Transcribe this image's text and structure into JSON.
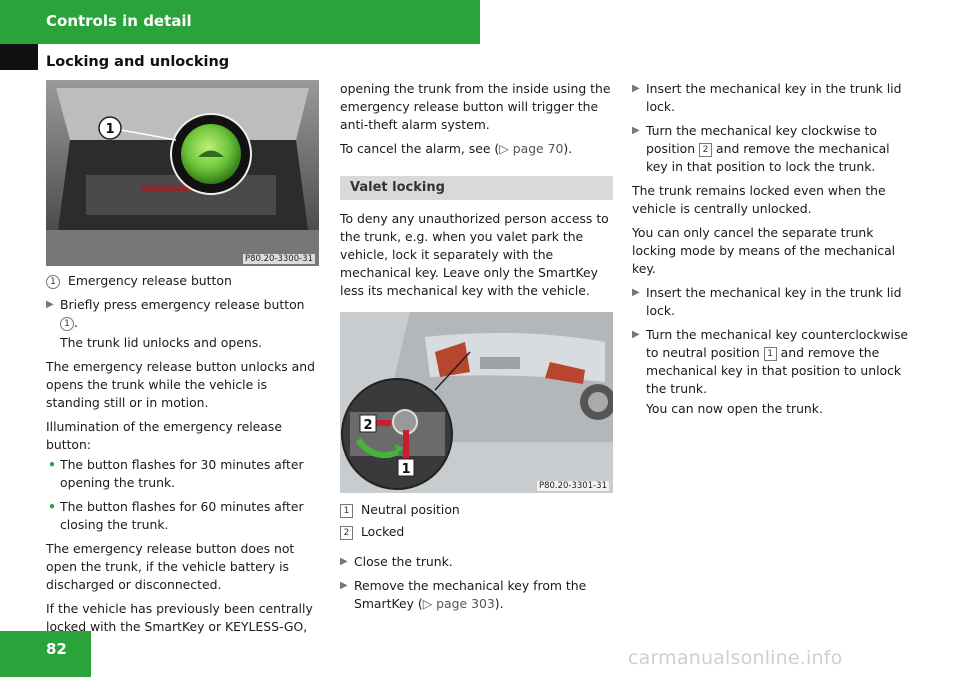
{
  "header": {
    "chapter": "Controls in detail",
    "section": "Locking and unlocking"
  },
  "page_number": "82",
  "watermark": "carmanualsonline.info",
  "col1": {
    "figure_code": "P80.20-3300-31",
    "figure_callout": "1",
    "legend": {
      "num": "1",
      "label": "Emergency release button"
    },
    "step1": {
      "text": "Briefly press emergency release button",
      "callout": "1",
      "after": ".",
      "result": "The trunk lid unlocks and opens."
    },
    "para1": "The emergency release button unlocks and opens the trunk while the vehicle is standing still or in motion.",
    "para2": "Illumination of the emergency release button:",
    "bullets": [
      "The button flashes for 30 minutes after opening the trunk.",
      "The button flashes for 60 minutes after closing the trunk."
    ],
    "para3": "The emergency release button does not open the trunk, if the vehicle battery is discharged or disconnected.",
    "para4": "If the vehicle has previously been centrally locked with the SmartKey or KEYLESS-GO,"
  },
  "col2": {
    "para1": "opening the trunk from the inside using the emergency release button will trigger the anti-theft alarm system.",
    "para2_prefix": "To cancel the alarm, see (",
    "para2_ref": "▷ page 70",
    "para2_suffix": ").",
    "subhead": "Valet locking",
    "para3": "To deny any unauthorized person access to the trunk, e.g. when you valet park the vehicle, lock it separately with the mechanical key. Leave only the SmartKey less its mechanical key with the vehicle.",
    "figure_code": "P80.20-3301-31",
    "figure_marks": [
      "2",
      "1"
    ],
    "legend": [
      {
        "num": "1",
        "label": "Neutral position"
      },
      {
        "num": "2",
        "label": "Locked"
      }
    ],
    "step1": "Close the trunk.",
    "step2_prefix": "Remove the mechanical key from the SmartKey (",
    "step2_ref": "▷ page 303",
    "step2_suffix": ")."
  },
  "col3": {
    "step1": "Insert the mechanical key in the trunk lid lock.",
    "step2": {
      "before": "Turn the mechanical key clockwise to position",
      "box": "2",
      "after": "and remove the mechanical key in that position to lock the trunk."
    },
    "para1": "The trunk remains locked even when the vehicle is centrally unlocked.",
    "para2": "You can only cancel the separate trunk locking mode by means of the mechanical key.",
    "step3": "Insert the mechanical key in the trunk lid lock.",
    "step4": {
      "before": "Turn the mechanical key counterclockwise to neutral position",
      "box": "1",
      "after": "and remove the mechanical key in that position to unlock the trunk.",
      "result": "You can now open the trunk."
    }
  }
}
